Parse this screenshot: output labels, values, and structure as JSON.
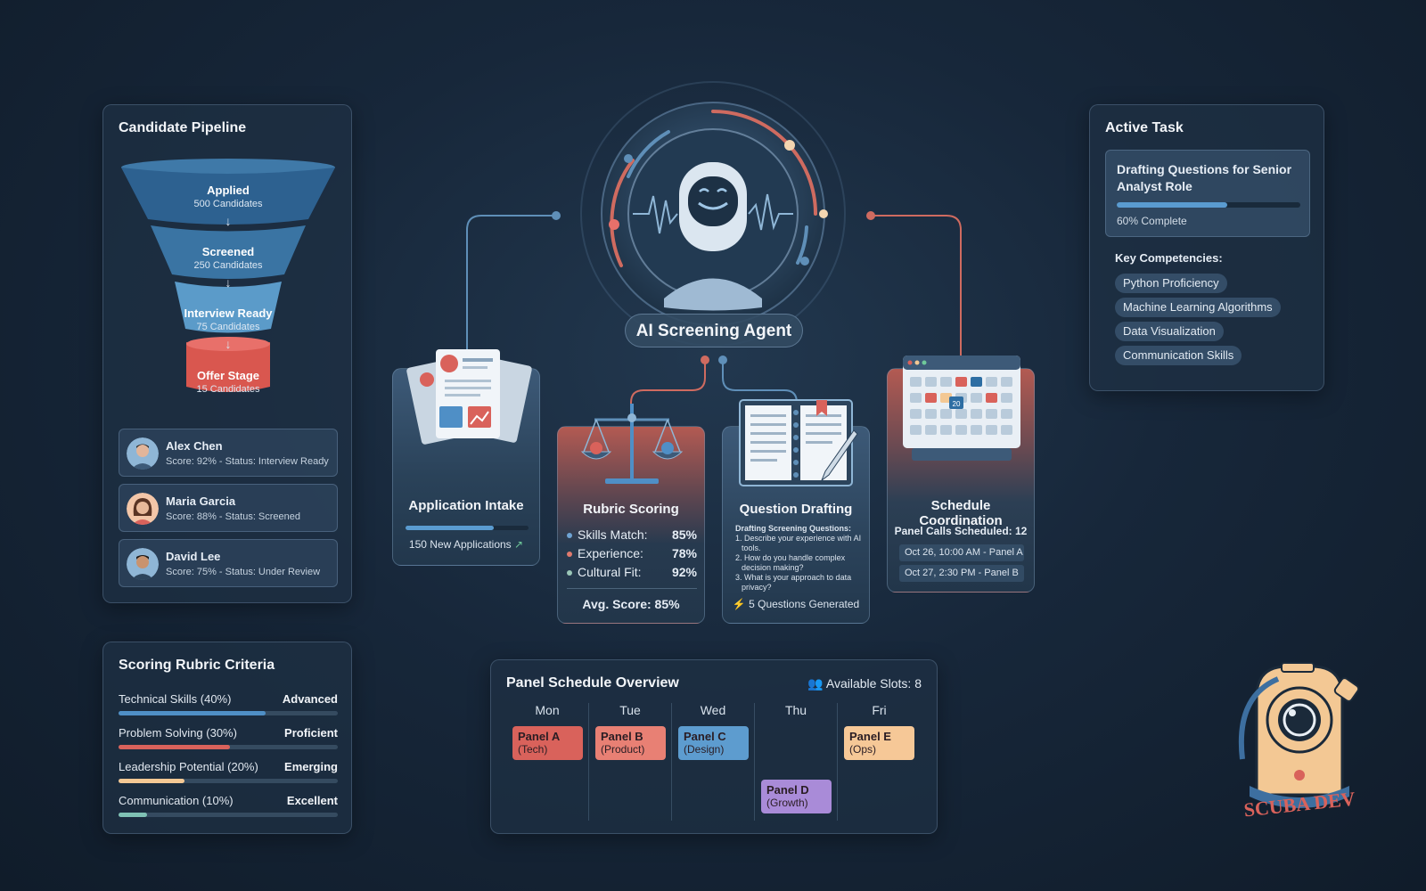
{
  "pipeline": {
    "title": "Candidate Pipeline",
    "stages": [
      {
        "name": "Applied",
        "count": "500 Candidates"
      },
      {
        "name": "Screened",
        "count": "250 Candidates"
      },
      {
        "name": "Interview Ready",
        "count": "75 Candidates"
      },
      {
        "name": "Offer Stage",
        "count": "15 Candidates"
      }
    ],
    "candidates": [
      {
        "name": "Alex Chen",
        "info": "Score: 92% - Status: Interview Ready"
      },
      {
        "name": "Maria Garcia",
        "info": "Score: 88% - Status: Screened"
      },
      {
        "name": "David Lee",
        "info": "Score: 75% - Status: Under Review"
      }
    ]
  },
  "rubric": {
    "title": "Scoring Rubric Criteria",
    "criteria": [
      {
        "label": "Technical Skills (40%)",
        "level": "Advanced",
        "fill": 0.67,
        "color": "#4f8fc6"
      },
      {
        "label": "Problem Solving (30%)",
        "level": "Proficient",
        "fill": 0.51,
        "color": "#d9625b"
      },
      {
        "label": "Leadership Potential (20%)",
        "level": "Emerging",
        "fill": 0.3,
        "color": "#f3c894"
      },
      {
        "label": "Communication (10%)",
        "level": "Excellent",
        "fill": 0.13,
        "color": "#7fc1b4"
      }
    ]
  },
  "active_task": {
    "title": "Active Task",
    "task_title": "Drafting Questions for Senior Analyst Role",
    "progress_text": "60% Complete",
    "progress": 0.6,
    "competencies_label": "Key Competencies:",
    "competencies": [
      "Python Proficiency",
      "Machine Learning Algorithms",
      "Data Visualization",
      "Communication Skills"
    ]
  },
  "agent": {
    "label": "AI Screening Agent"
  },
  "modules": {
    "intake": {
      "title": "Application Intake",
      "stat": "150 New Applications",
      "progress": 0.72
    },
    "rubric_scoring": {
      "title": "Rubric Scoring",
      "rows": [
        {
          "label": "Skills Match:",
          "value": "85%",
          "color": "#6fa3d3"
        },
        {
          "label": "Experience:",
          "value": "78%",
          "color": "#e07a6e"
        },
        {
          "label": "Cultural Fit:",
          "value": "92%",
          "color": "#9bc7b8"
        }
      ],
      "avg": "Avg. Score: 85%"
    },
    "question": {
      "title": "Question Drafting",
      "draft_heading": "Drafting Screening Questions:",
      "draft_lines": [
        "1. Describe your experience with AI",
        "tools.",
        "2. How do you handle complex",
        "decision making?",
        "3. What is your approach to data",
        "privacy?"
      ],
      "stat": "5 Questions Generated"
    },
    "schedule": {
      "title": "Schedule Coordination",
      "stat": "Panel Calls Scheduled: 12",
      "slots": [
        "Oct 26, 10:00 AM - Panel A",
        "Oct 27, 2:30 PM - Panel B"
      ],
      "calendar_day": "20"
    }
  },
  "overview": {
    "title": "Panel Schedule Overview",
    "slots_text": "Available Slots: 8",
    "days": [
      "Mon",
      "Tue",
      "Wed",
      "Thu",
      "Fri"
    ],
    "blocks": [
      {
        "name": "Panel A",
        "sub": "(Tech)",
        "color": "#d9625b"
      },
      {
        "name": "Panel B",
        "sub": "(Product)",
        "color": "#e88074"
      },
      {
        "name": "Panel C",
        "sub": "(Design)",
        "color": "#5d9ccf"
      },
      {
        "name": "Panel D",
        "sub": "(Growth)",
        "color": "#a98bd8"
      },
      {
        "name": "Panel E",
        "sub": "(Ops)",
        "color": "#f6c897"
      }
    ]
  },
  "logo": {
    "text": "SCUBA DEV"
  }
}
